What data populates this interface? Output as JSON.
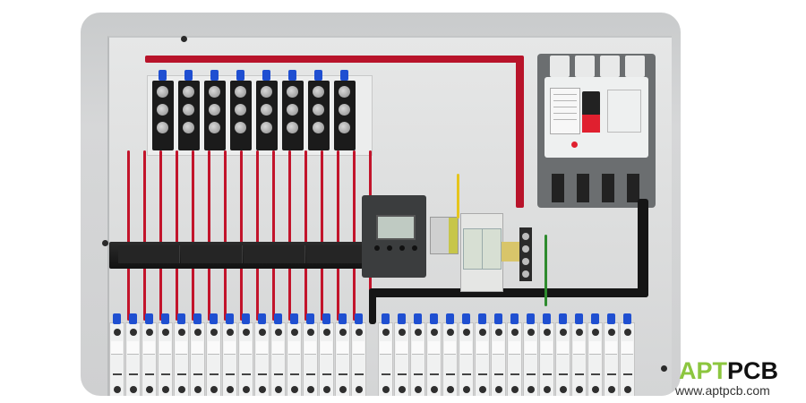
{
  "image": {
    "subject": "Solar PV combiner box / electrical distribution panel",
    "alt": "Open grey enclosure with top fuse holders, red string wires, cable duct, molded case circuit breaker, energy meter, surge protection device, and two rows of bottom DC fuse holders"
  },
  "components": {
    "top_fuse_holders": {
      "count": 8,
      "color": "#1b1b1b"
    },
    "cable_duct": {
      "segments": 4,
      "color": "#151515"
    },
    "main_breaker": {
      "poles": 4,
      "handle_color": "#e0202f",
      "body_color": "#eef0f0"
    },
    "energy_meter": {
      "buttons": 4,
      "display_color": "#bfcac2"
    },
    "surge_protector": {
      "modules": 2
    },
    "bottom_fuse_rows": [
      {
        "count": 16
      },
      {
        "count": 16
      }
    ],
    "wire_colors": {
      "positive": "#c2142b",
      "negative": "#151515",
      "ground": "#2e8b2e",
      "signal": "#e6c51c"
    },
    "ferrule_color": "#1f4fd1"
  },
  "watermark": {
    "brand_part1": "APT",
    "brand_part2": "PCB",
    "url": "www.aptpcb.com",
    "accent_color": "#8cc63f"
  }
}
